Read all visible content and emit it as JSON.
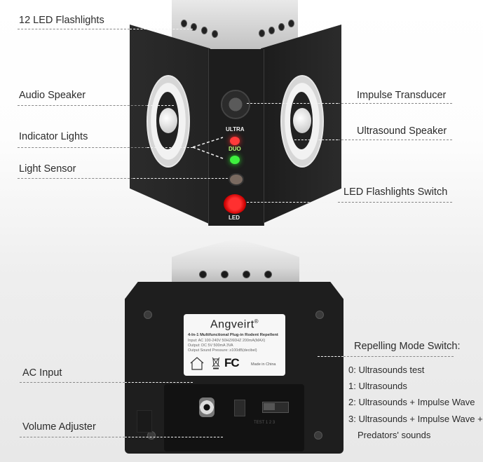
{
  "top_view": {
    "callouts_left": [
      {
        "label": "12 LED Flashlights"
      },
      {
        "label": "Audio Speaker"
      },
      {
        "label": "Indicator Lights"
      },
      {
        "label": "Light Sensor"
      }
    ],
    "callouts_right": [
      {
        "label": "Impulse Transducer"
      },
      {
        "label": "Ultrasound Speaker"
      },
      {
        "label": "LED Flashlights Switch"
      }
    ],
    "panel_text": {
      "ultra": "ULTRA",
      "duo": "DUO",
      "led": "LED"
    },
    "indicator_colors": {
      "ultra": "#ff2a2a",
      "duo": "#2fe02f"
    }
  },
  "bottom_view": {
    "callouts_left": [
      {
        "label": "AC Input"
      },
      {
        "label": "Volume Adjuster"
      }
    ],
    "mode_switch": {
      "title": "Repelling Mode Switch:",
      "modes": [
        "0: Ultrasounds test",
        "1: Ultrasounds",
        "2: Ultrasounds + Impulse Wave",
        "3: Ultrasounds + Impulse Wave +",
        "Predators' sounds"
      ],
      "switch_marks": "TEST 1 2 3"
    },
    "label_plate": {
      "brand": "Angveirt",
      "registered": "®",
      "title": "4-In-1 Multifunctional Plug-in Rodent Repellent",
      "lines": [
        "Input: AC 100-240V 50HZ/60HZ 200mA(MAX)",
        "Output: DC 5V 500mA 3VA",
        "Output Sound Pressure: ≥100dB(decibel)"
      ],
      "fcc": "FC",
      "made_in": "Made in China"
    }
  }
}
